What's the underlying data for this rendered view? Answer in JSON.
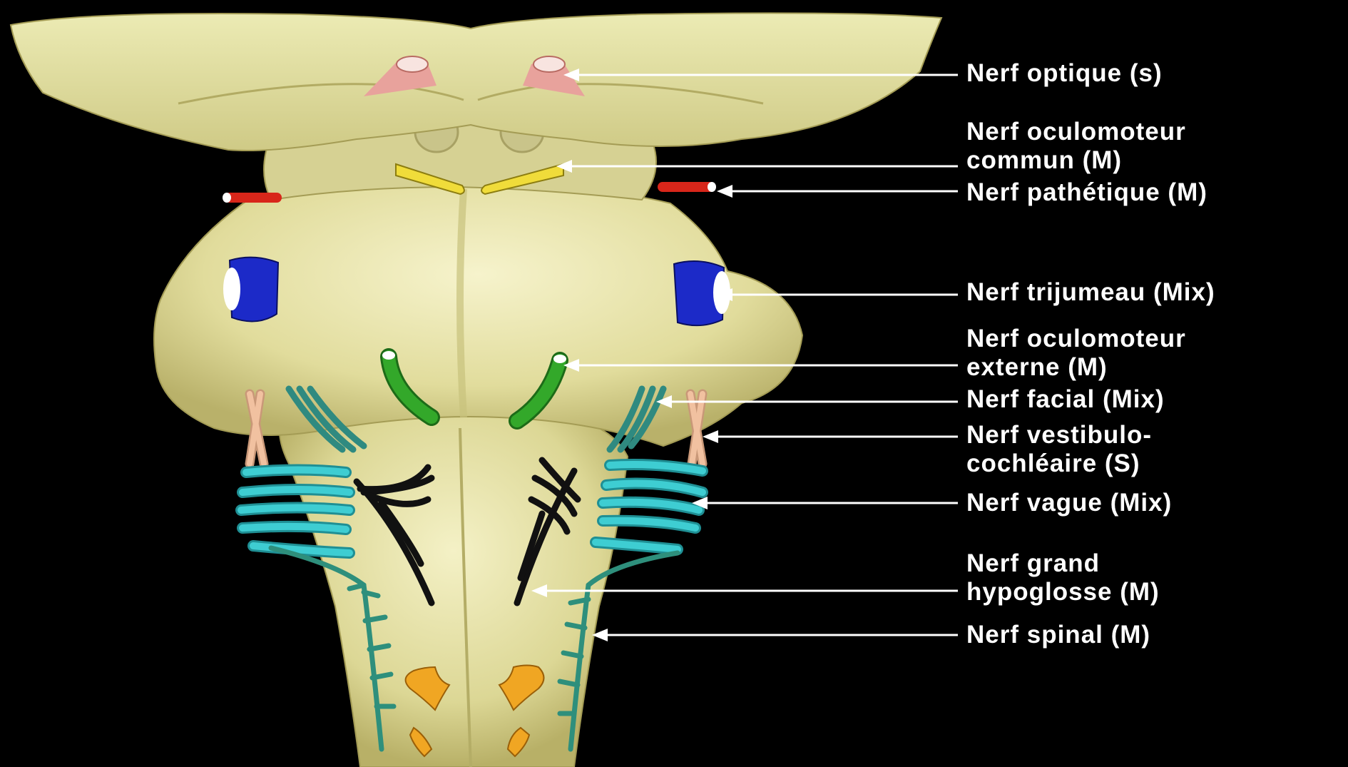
{
  "colors": {
    "background": "#000000",
    "tissue": "#e3e0a2",
    "tissue_shadow": "#bdb66c",
    "optic": "#e6a5a0",
    "oculomotor": "#f0dc3a",
    "trochlear": "#d8261a",
    "trigeminal": "#1c2ac8",
    "abducens": "#33a82a",
    "facial": "#3aa395",
    "vestibulocochlear": "#f1c1a0",
    "vagus": "#3ecdd2",
    "hypoglossal": "#111111",
    "spinal": "#3aa892",
    "roots": "#f0a623",
    "leader": "#ffffff"
  },
  "labels": [
    {
      "id": "optique",
      "lines": [
        "Nerf optique (s)"
      ]
    },
    {
      "id": "oculomoteur-commun",
      "lines": [
        "Nerf oculomoteur",
        "commun (M)"
      ]
    },
    {
      "id": "pathetique",
      "lines": [
        "Nerf pathétique (M)"
      ]
    },
    {
      "id": "trijumeau",
      "lines": [
        "Nerf trijumeau (Mix)"
      ]
    },
    {
      "id": "oculomoteur-externe",
      "lines": [
        "Nerf oculomoteur",
        "externe (M)"
      ]
    },
    {
      "id": "facial",
      "lines": [
        "Nerf facial (Mix)"
      ]
    },
    {
      "id": "vestibulo",
      "lines": [
        "Nerf vestibulo-",
        "cochléaire (S)"
      ]
    },
    {
      "id": "vague",
      "lines": [
        "Nerf vague (Mix)"
      ]
    },
    {
      "id": "hypoglosse",
      "lines": [
        "Nerf grand",
        "hypoglosse (M)"
      ]
    },
    {
      "id": "spinal",
      "lines": [
        "Nerf spinal (M)"
      ]
    }
  ]
}
